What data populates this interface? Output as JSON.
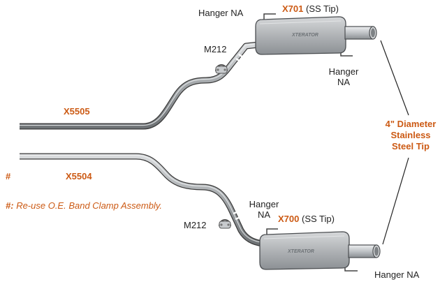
{
  "labels": {
    "hanger_na_top": "Hanger NA",
    "x701_code": "X701",
    "x701_tip": "(SS Tip)",
    "m212_top": "M212",
    "hanger_right_line1": "Hanger",
    "hanger_right_line2": "NA",
    "x5505": "X5505",
    "x5504": "X5504",
    "hash_marker": "#",
    "note_hash": "#:",
    "note_text": "Re-use O.E. Band Clamp Assembly.",
    "hanger_mid_line1": "Hanger",
    "hanger_mid_line2": "NA",
    "m212_bottom": "M212",
    "x700_code": "X700",
    "x700_tip": "(SS Tip)",
    "hanger_na_bottom": "Hanger NA",
    "tip_line1": "4\" Diameter",
    "tip_line2": "Stainless",
    "tip_line3": "Steel Tip"
  },
  "brand": {
    "muffler_top": "XTERATOR",
    "muffler_bottom": "XTERATOR"
  },
  "colors": {
    "accent": "#cc5a14",
    "pipe": "#8f9396",
    "muffler": "#b3b6b9",
    "outline": "#3a3a3a"
  }
}
